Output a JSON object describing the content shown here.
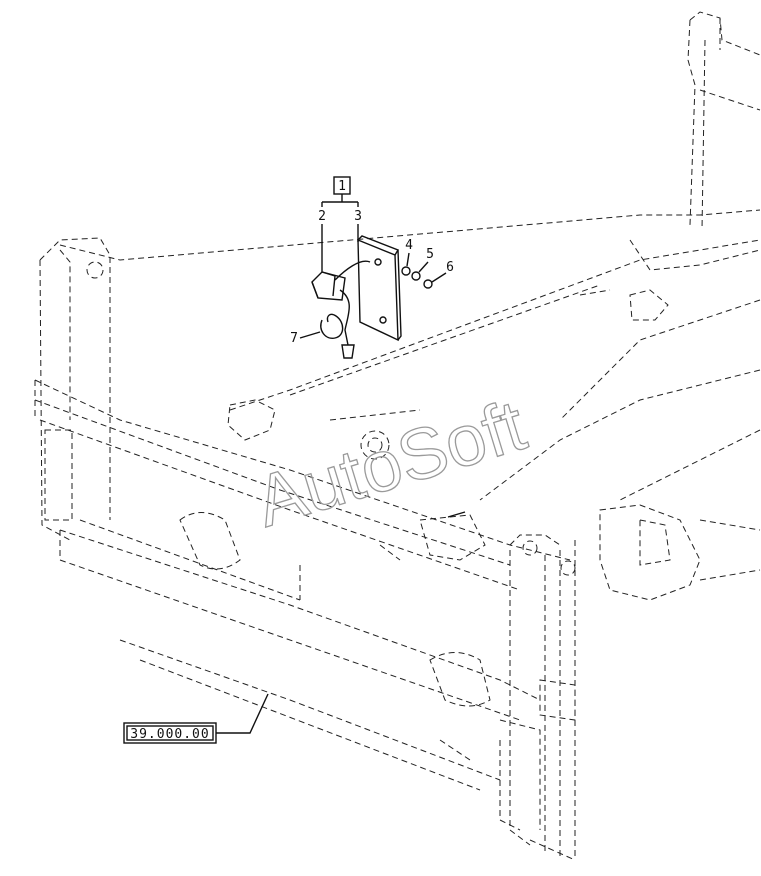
{
  "diagram": {
    "group_ref": "1",
    "callouts": [
      "2",
      "3",
      "4",
      "5",
      "6",
      "7"
    ],
    "section_reference": "39.000.00",
    "watermark": "AutoSoft"
  }
}
